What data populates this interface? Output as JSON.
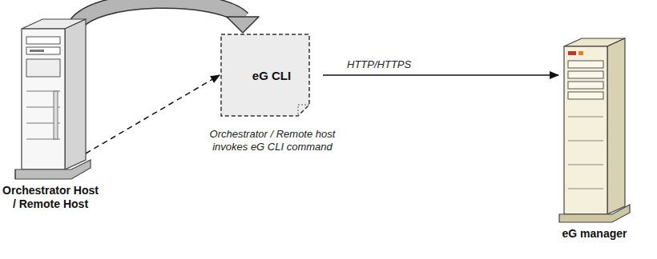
{
  "diagram": {
    "nodes": [
      {
        "text": [
          "Orchestrator Host / Remote Host"
        ]
      },
      {
        "text": [
          "eG CLI"
        ]
      },
      {
        "text": [
          "eG manager"
        ]
      }
    ],
    "edges": [
      {
        "from": 0,
        "to": 1,
        "arrow": "to"
      },
      {
        "from": 0,
        "to": 1,
        "arrow": "to"
      },
      {
        "from": 1,
        "to": 2,
        "label": "HTTP/HTTPS",
        "arrow": "to"
      }
    ],
    "labels": [
      "Orchestrator / Remote host invokes eG CLI command"
    ]
  }
}
